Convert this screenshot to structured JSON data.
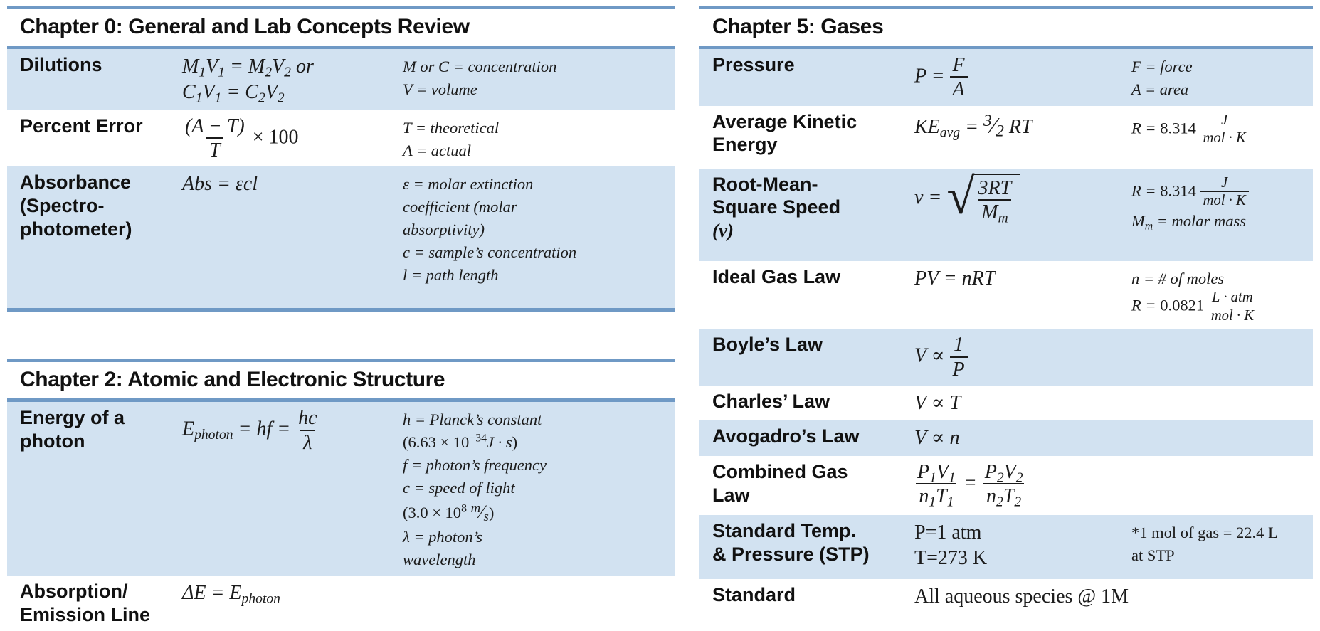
{
  "colors": {
    "row_highlight": "#d2e2f1",
    "rule_blue": "#6f99c5",
    "text": "#1b1b1b"
  },
  "left_column": {
    "sections": [
      {
        "title": "Chapter 0: General and Lab Concepts Review",
        "rows": [
          {
            "label": "Dilutions",
            "formula": "M_{1}V_{1} = M_{2}V_{2} or\nC_{1}V_{1} = C_{2}V_{2}",
            "notes": "M or C = concentration\nV = volume",
            "shaded": true
          },
          {
            "label": "Percent Error",
            "formula": "@F{(A − T)}{T} @R{× 100}",
            "notes": "T = theoretical\nA = actual",
            "shaded": false
          },
          {
            "label": "Absorbance\n(Spectro-\nphotometer)",
            "formula": "Abs = εcl",
            "notes": "ε = molar extinction\ncoefficient (molar\nabsorptivity)\nc = sample’s concentration\nl = path length",
            "shaded": true
          }
        ]
      },
      {
        "title": "Chapter 2: Atomic and Electronic Structure",
        "rows": [
          {
            "label": "Energy of a\nphoton",
            "formula": "E_{photon} = hf = @F{hc}{λ}",
            "notes": "h = Planck’s constant\n@R{(6.63 × 10^{−34}}J · s@R{)}\nf = photon’s frequency\nc = speed of light\n@R{(3.0 × 10^{8} }@K{m}{s}@R{)}\nλ = photon’s\nwavelength",
            "shaded": true
          },
          {
            "label": "Absorption/\nEmission Line",
            "formula": "ΔE = E_{photon}",
            "notes": "",
            "shaded": false
          }
        ]
      }
    ]
  },
  "right_column": {
    "sections": [
      {
        "title": "Chapter 5: Gases",
        "rows": [
          {
            "label": "Pressure",
            "formula": "P = @F{F}{A}",
            "notes": "F = force\nA = area",
            "shaded": true
          },
          {
            "label": "Average Kinetic\nEnergy",
            "formula": "KE_{avg} = @K{3}{2} RT",
            "notes": "R = @R{8.314} @F{J}{mol · K}",
            "shaded": false
          },
          {
            "label": "Root-Mean-\nSquare Speed\n@I{(v)}",
            "formula": "v = @S{@F{3RT}{M_{m}}}",
            "notes": "R = @R{8.314} @F{J}{mol · K}\nM_{m} = molar mass",
            "shaded": true
          },
          {
            "label": "Ideal Gas Law",
            "formula": "PV = nRT",
            "notes": "n = # of moles\nR = @R{0.0821} @F{L · atm}{mol · K}",
            "shaded": false
          },
          {
            "label": "Boyle’s Law",
            "formula": "V ∝ @F{1}{P}",
            "notes": "",
            "shaded": true
          },
          {
            "label": "Charles’ Law",
            "formula": "V ∝ T",
            "notes": "",
            "shaded": false
          },
          {
            "label": "Avogadro’s Law",
            "formula": "V ∝ n",
            "notes": "",
            "shaded": true
          },
          {
            "label": "Combined Gas\nLaw",
            "formula": "@F{P_{1}V_{1}}{n_{1}T_{1}} = @F{P_{2}V_{2}}{n_{2}T_{2}}",
            "notes": "",
            "shaded": false
          },
          {
            "label": "Standard Temp.\n& Pressure (STP)",
            "formula": "@R{P=1 atm\nT=273 K}",
            "notes": "@R{*1 mol of gas = 22.4 L\nat STP}",
            "shaded": true
          },
          {
            "label": "Standard",
            "formula": "@R{All aqueous species @ 1M}",
            "notes": "",
            "shaded": false
          }
        ]
      }
    ]
  }
}
